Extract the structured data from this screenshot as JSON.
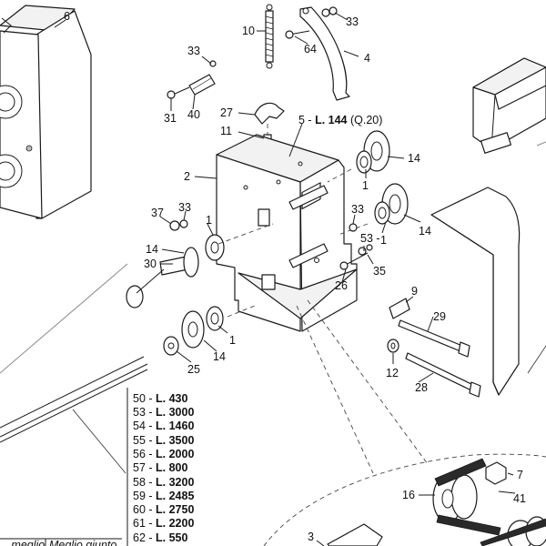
{
  "callouts": {
    "c1a": "1",
    "c1b": "1",
    "c1c": "1",
    "c1d": "1",
    "c2": "2",
    "c3": "3",
    "c4": "4",
    "c5": "5",
    "c6": "6",
    "c7": "7",
    "c9": "9",
    "c10": "10",
    "c11": "11",
    "c12": "12",
    "c14a": "14",
    "c14b": "14",
    "c14c": "14",
    "c14d": "14",
    "c16": "16",
    "c25": "25",
    "c26": "26",
    "c27": "27",
    "c28": "28",
    "c29": "29",
    "c30": "30",
    "c31": "31",
    "c33a": "33",
    "c33b": "33",
    "c33c": "33",
    "c33d": "33",
    "c35": "35",
    "c37": "37",
    "c40": "40",
    "c41": "41",
    "c64": "64"
  },
  "part5_label": {
    "prefix": "5 - ",
    "length": "L. 144",
    "qty": " (Q.20)"
  },
  "length_table": [
    {
      "num": "50 - ",
      "len": "L. 430"
    },
    {
      "num": "53 - ",
      "len": "L. 3000"
    },
    {
      "num": "54 - ",
      "len": "L. 1460"
    },
    {
      "num": "55 - ",
      "len": "L. 3500"
    },
    {
      "num": "56 - ",
      "len": "L. 2000"
    },
    {
      "num": "57 - ",
      "len": "L. 800"
    },
    {
      "num": "58 - ",
      "len": "L. 3200"
    },
    {
      "num": "59 - ",
      "len": "L. 2485"
    },
    {
      "num": "60 - ",
      "len": "L. 2750"
    },
    {
      "num": "61 - ",
      "len": "L. 2200"
    },
    {
      "num": "62 - ",
      "len": "L. 550"
    }
  ],
  "bottom_table": {
    "left_cell": "...meglio",
    "right_cell": "Meglio giunto..."
  }
}
